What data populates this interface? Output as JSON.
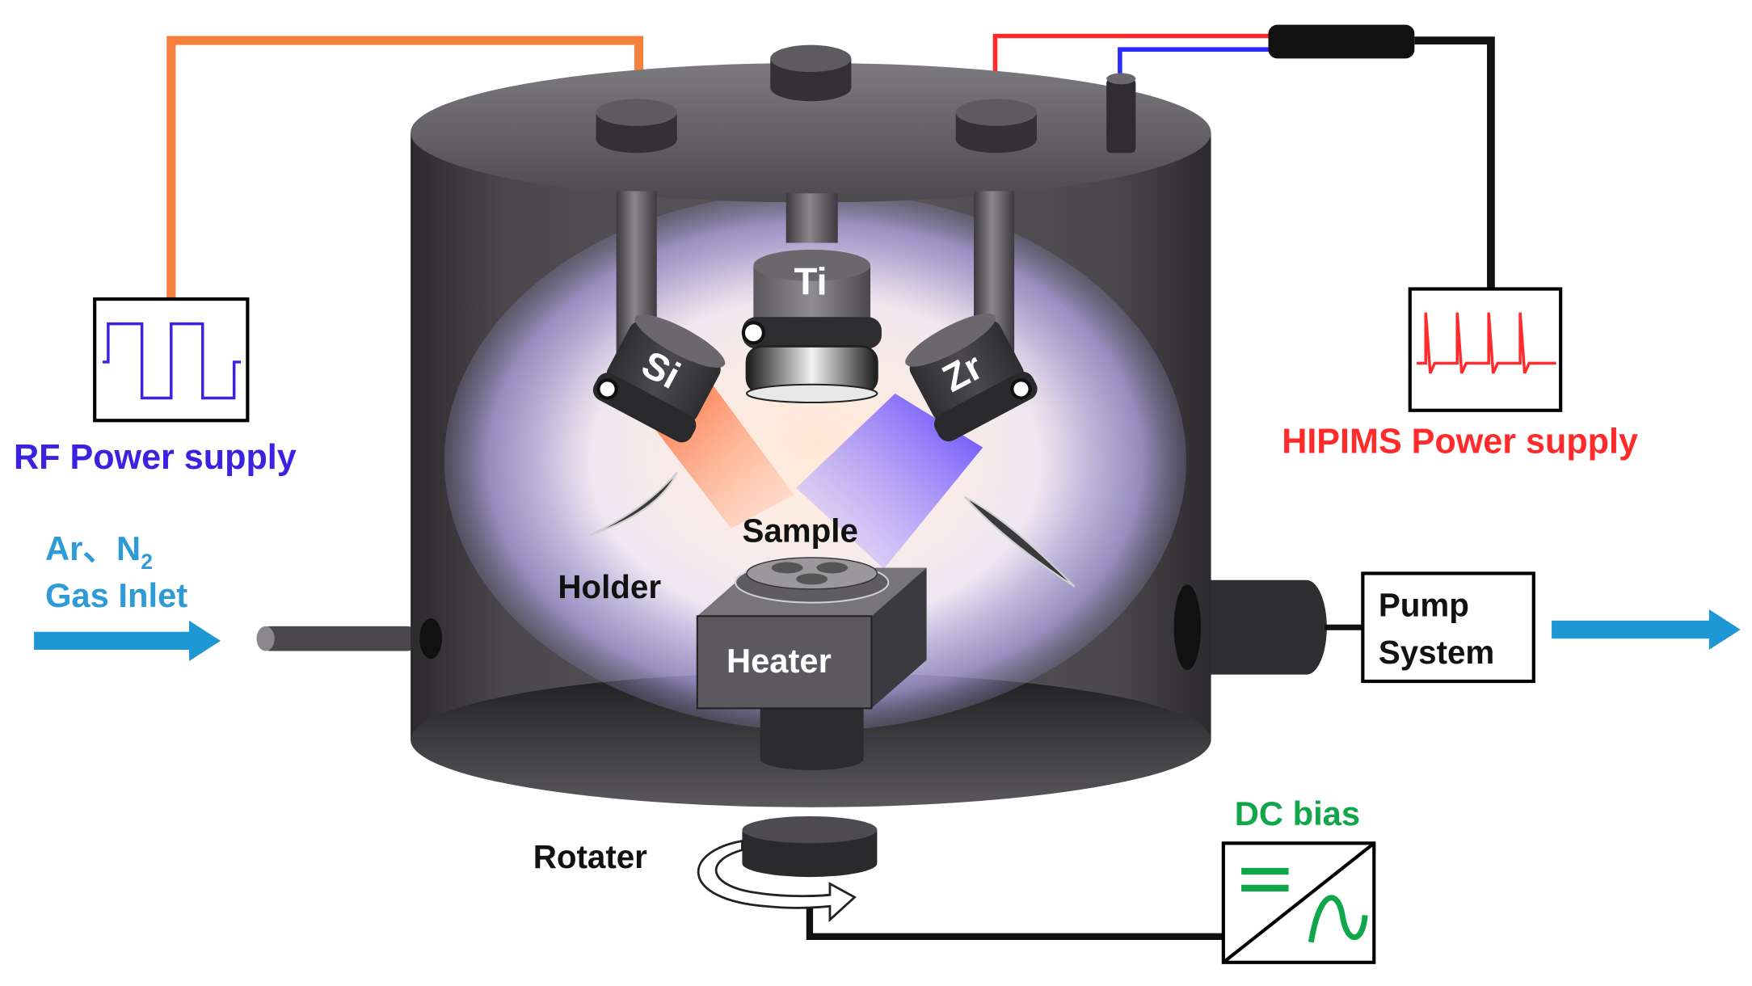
{
  "labels": {
    "rf_power": "RF Power supply",
    "hipims_power": "HIPIMS Power supply",
    "gas_ar_n2": "Ar、N",
    "gas_n_subscript": "2",
    "gas_inlet": "Gas Inlet",
    "target_si": "Si",
    "target_ti": "Ti",
    "target_zr": "Zr",
    "sample": "Sample",
    "holder": "Holder",
    "heater": "Heater",
    "pump_line1": "Pump",
    "pump_line2": "System",
    "rotater": "Rotater",
    "dc_bias": "DC bias"
  },
  "colors": {
    "rf_cable": "#f5803e",
    "rf_text": "#3a22e0",
    "hipims_red": "#ff2a2a",
    "hipims_blue": "#2a2aff",
    "gas_text": "#2e9bd6",
    "arrow": "#1f97d4",
    "dc_bias": "#10a64a",
    "chamber": "#3f3d40",
    "plasma_si": "#ff7a45",
    "plasma_zr": "#6a4dff"
  }
}
